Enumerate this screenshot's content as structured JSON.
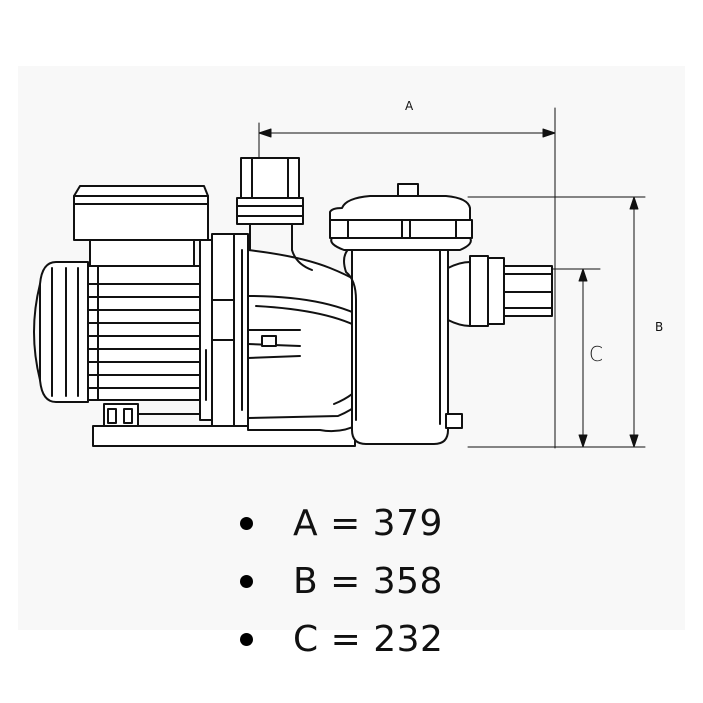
{
  "diagram": {
    "dimension_labels": {
      "a": "A",
      "b": "B",
      "c": "C"
    }
  },
  "specs": [
    {
      "text": "A = 379"
    },
    {
      "text": "B = 358"
    },
    {
      "text": "C = 232"
    }
  ]
}
